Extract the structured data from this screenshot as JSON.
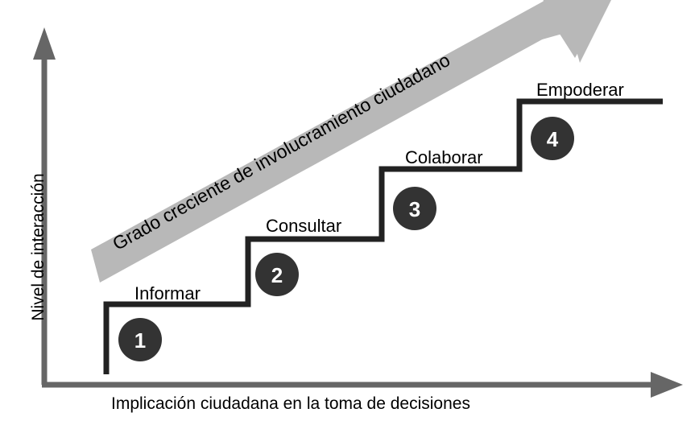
{
  "diagram": {
    "title_arrow": "Grado creciente de involucramiento ciudadano",
    "y_axis_label": "Nivel de interacción",
    "x_axis_label": "Implicación ciudadana en la toma de decisiones",
    "colors": {
      "axis": "#666666",
      "step_line": "#222222",
      "badge_fill": "#333333",
      "badge_text": "#ffffff",
      "arrow_band": "#b8b8b8",
      "background": "#ffffff",
      "text": "#000000"
    },
    "steps": [
      {
        "number": "1",
        "label": "Informar"
      },
      {
        "number": "2",
        "label": "Consultar"
      },
      {
        "number": "3",
        "label": "Colaborar"
      },
      {
        "number": "4",
        "label": "Empoderar"
      }
    ]
  }
}
